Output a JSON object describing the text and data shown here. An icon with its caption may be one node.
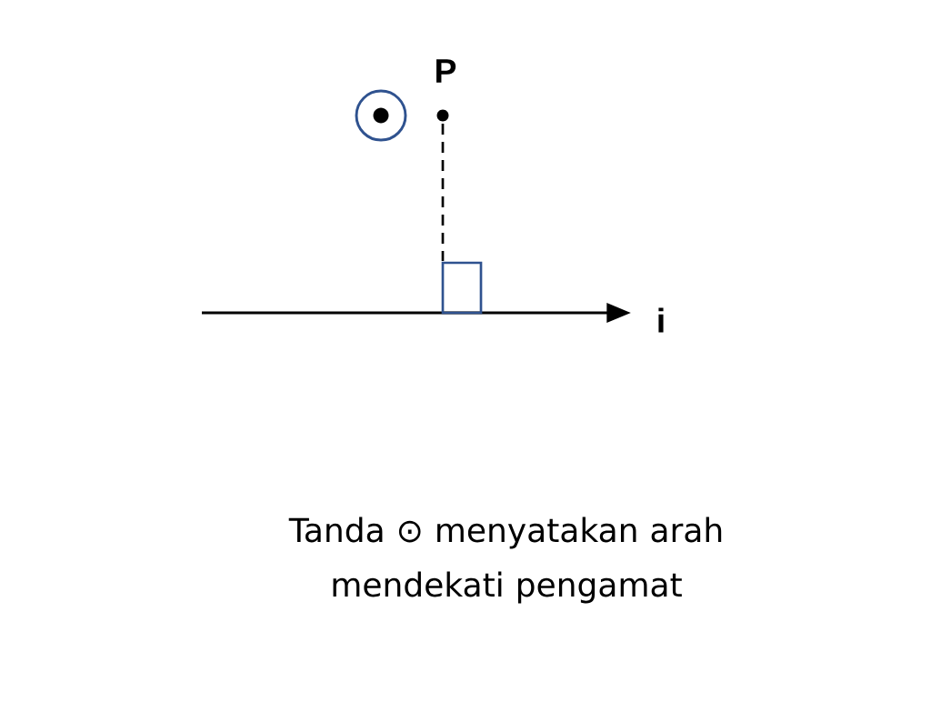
{
  "diagram": {
    "labels": [
      "P",
      "i"
    ],
    "caption": "Tanda ⊙ menyatakan arah mendekati pengamat"
  }
}
